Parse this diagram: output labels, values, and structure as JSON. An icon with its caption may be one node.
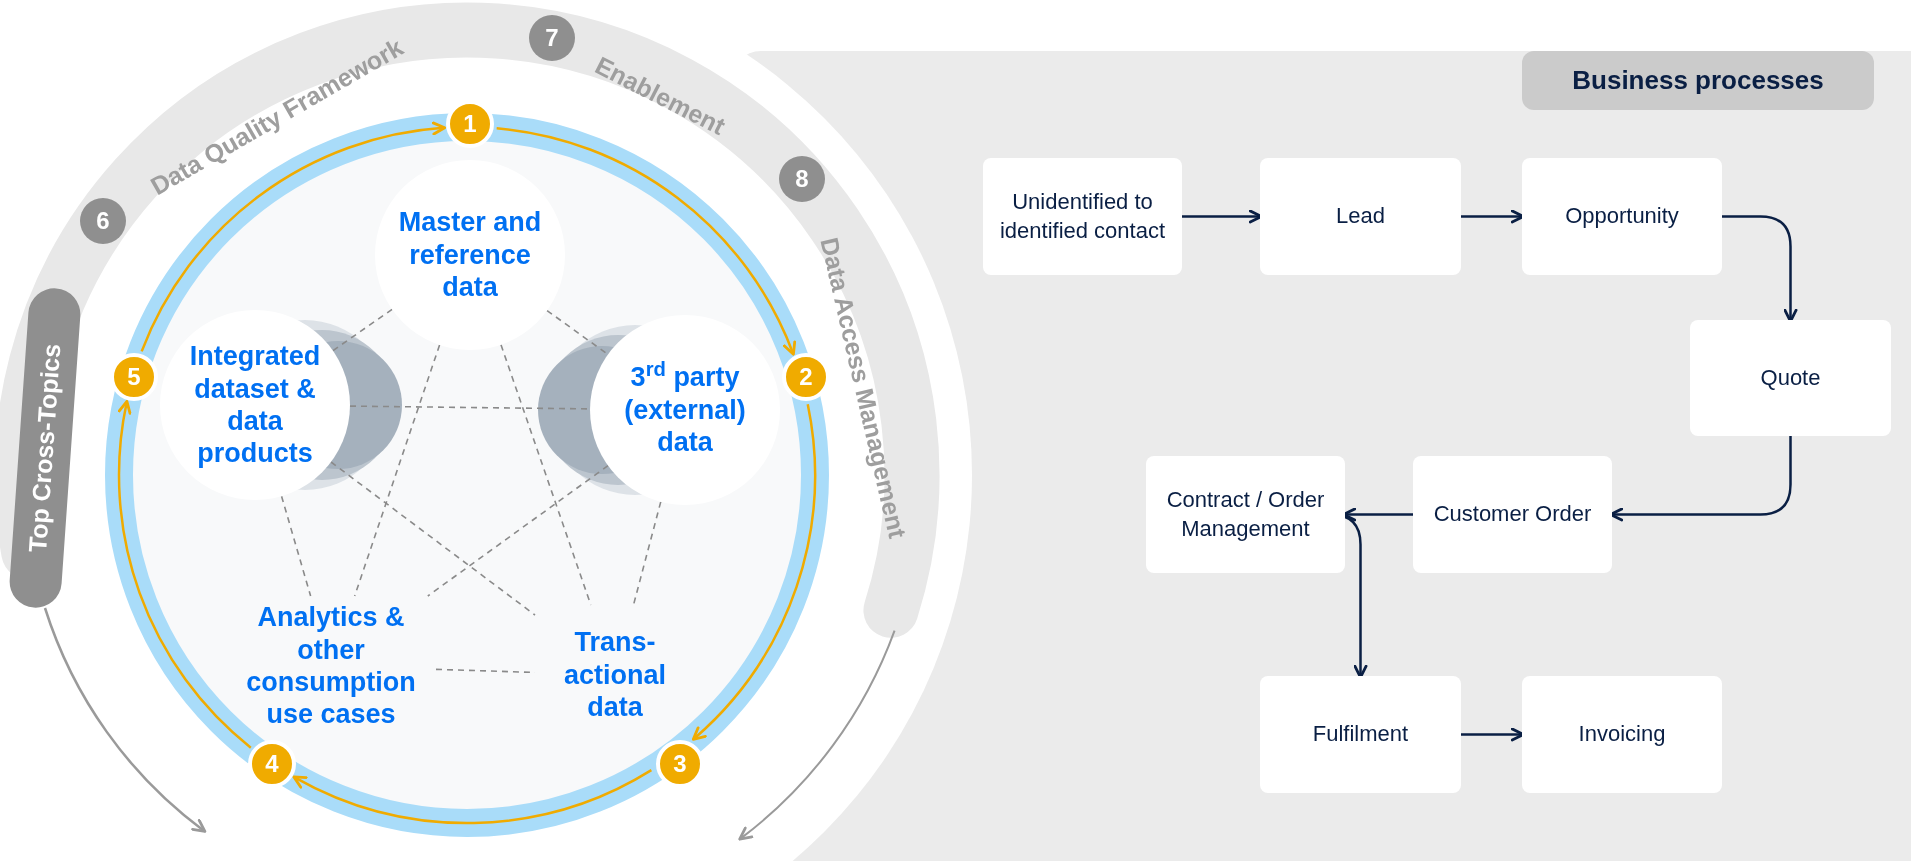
{
  "diagram": {
    "nodes": [
      {
        "text": [
          "Top Cross-Topics"
        ]
      },
      {
        "text": [
          "6"
        ]
      },
      {
        "text": [
          "7"
        ]
      },
      {
        "text": [
          "8"
        ]
      },
      {
        "text": [
          "1"
        ]
      },
      {
        "text": [
          "Master and reference data"
        ]
      },
      {
        "text": [
          "2"
        ]
      },
      {
        "text": [
          "3$^{rd}$ party (external) data"
        ]
      },
      {
        "text": [
          "3"
        ]
      },
      {
        "text": [
          "Trans- actional data"
        ]
      },
      {
        "text": [
          "4"
        ]
      },
      {
        "text": [
          "Analytics & other consumption use cases"
        ]
      },
      {
        "text": [
          "5"
        ]
      },
      {
        "text": [
          "Integrated dataset & data products"
        ]
      },
      {
        "text": [
          "Business processes"
        ]
      },
      {
        "text": [
          "Unidentified to identified contact"
        ]
      },
      {
        "text": [
          "Lead"
        ]
      },
      {
        "text": [
          "Opportunity"
        ]
      },
      {
        "text": [
          "Quote"
        ]
      },
      {
        "text": [
          "Customer Order"
        ]
      },
      {
        "text": [
          "Contract / Order Management"
        ]
      },
      {
        "text": [
          "Fulfilment"
        ]
      },
      {
        "text": [
          "Invoicing"
        ]
      }
    ],
    "edges": [
      {
        "from": 4,
        "to": 6,
        "arrow": "to",
        "color": "#f0ab00"
      },
      {
        "from": 6,
        "to": 8,
        "arrow": "to",
        "color": "#f0ab00"
      },
      {
        "from": 8,
        "to": 10,
        "arrow": "to",
        "color": "#f0ab00"
      },
      {
        "from": 10,
        "to": 12,
        "arrow": "to",
        "color": "#f0ab00"
      },
      {
        "from": 12,
        "to": 4,
        "arrow": "to",
        "color": "#f0ab00"
      },
      {
        "from": 5,
        "to": 7,
        "arrow": "none",
        "style": "dashed",
        "color": "#8a8a8a"
      },
      {
        "from": 5,
        "to": 13,
        "arrow": "none",
        "style": "dashed",
        "color": "#8a8a8a"
      },
      {
        "from": 5,
        "to": 11,
        "arrow": "none",
        "style": "dashed",
        "color": "#8a8a8a"
      },
      {
        "from": 5,
        "to": 9,
        "arrow": "none",
        "style": "dashed",
        "color": "#8a8a8a"
      },
      {
        "from": 13,
        "to": 7,
        "arrow": "none",
        "style": "dashed",
        "color": "#8a8a8a"
      },
      {
        "from": 13,
        "to": 9,
        "arrow": "none",
        "style": "dashed",
        "color": "#8a8a8a"
      },
      {
        "from": 7,
        "to": 11,
        "arrow": "none",
        "style": "dashed",
        "color": "#8a8a8a"
      },
      {
        "from": 13,
        "to": 11,
        "arrow": "none",
        "style": "dashed",
        "color": "#8a8a8a"
      },
      {
        "from": 7,
        "to": 9,
        "arrow": "none",
        "style": "dashed",
        "color": "#8a8a8a"
      },
      {
        "from": 11,
        "to": 9,
        "arrow": "none",
        "style": "dashed",
        "color": "#8a8a8a"
      },
      {
        "from": 0,
        "to": null,
        "arrow": "to",
        "color": "#9a9a9a"
      },
      {
        "from": 15,
        "to": 16,
        "arrow": "to",
        "color": "#0a1f44"
      },
      {
        "from": 16,
        "to": 17,
        "arrow": "to",
        "color": "#0a1f44"
      },
      {
        "from": 17,
        "to": 18,
        "arrow": "to",
        "color": "#0a1f44"
      },
      {
        "from": 18,
        "to": 19,
        "arrow": "to",
        "color": "#0a1f44"
      },
      {
        "from": 19,
        "to": 20,
        "arrow": "to",
        "color": "#0a1f44"
      },
      {
        "from": 20,
        "to": 21,
        "arrow": "to",
        "color": "#0a1f44"
      },
      {
        "from": 21,
        "to": 22,
        "arrow": "to",
        "color": "#0a1f44"
      }
    ],
    "labels": [
      "Data Quality Framework",
      "Enablement",
      "Data Access Management"
    ]
  }
}
